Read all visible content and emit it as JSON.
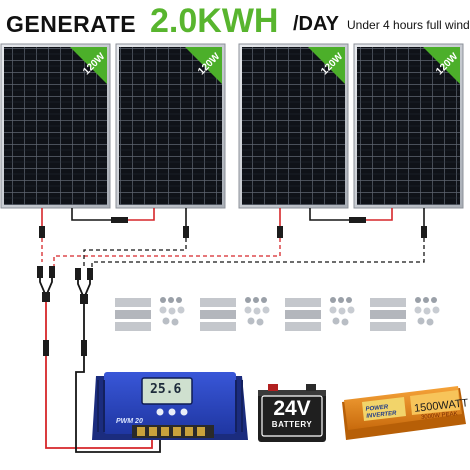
{
  "headline": {
    "prefix": "GENERATE",
    "amount": "2.0KWH",
    "suffix": "/DAY",
    "subtitle": "Under 4 hours full wind",
    "amount_color": "#58b52e"
  },
  "panels": [
    {
      "badge": "120W"
    },
    {
      "badge": "120W"
    },
    {
      "badge": "120W"
    },
    {
      "badge": "120W"
    }
  ],
  "controller": {
    "display": "25.6",
    "label": "PWM 20"
  },
  "battery": {
    "voltage": "24V",
    "label": "BATTERY"
  },
  "inverter": {
    "brand": "POWER INVERTER",
    "rating": "1500WATT",
    "peak": "3000W PEAK"
  },
  "colors": {
    "panel_cell": "#0f1218",
    "badge_green": "#4caf2a",
    "wire_red": "#d6262a",
    "wire_black": "#161616",
    "controller_blue": "#2b49c9",
    "inverter_orange": "#e88a1a"
  }
}
